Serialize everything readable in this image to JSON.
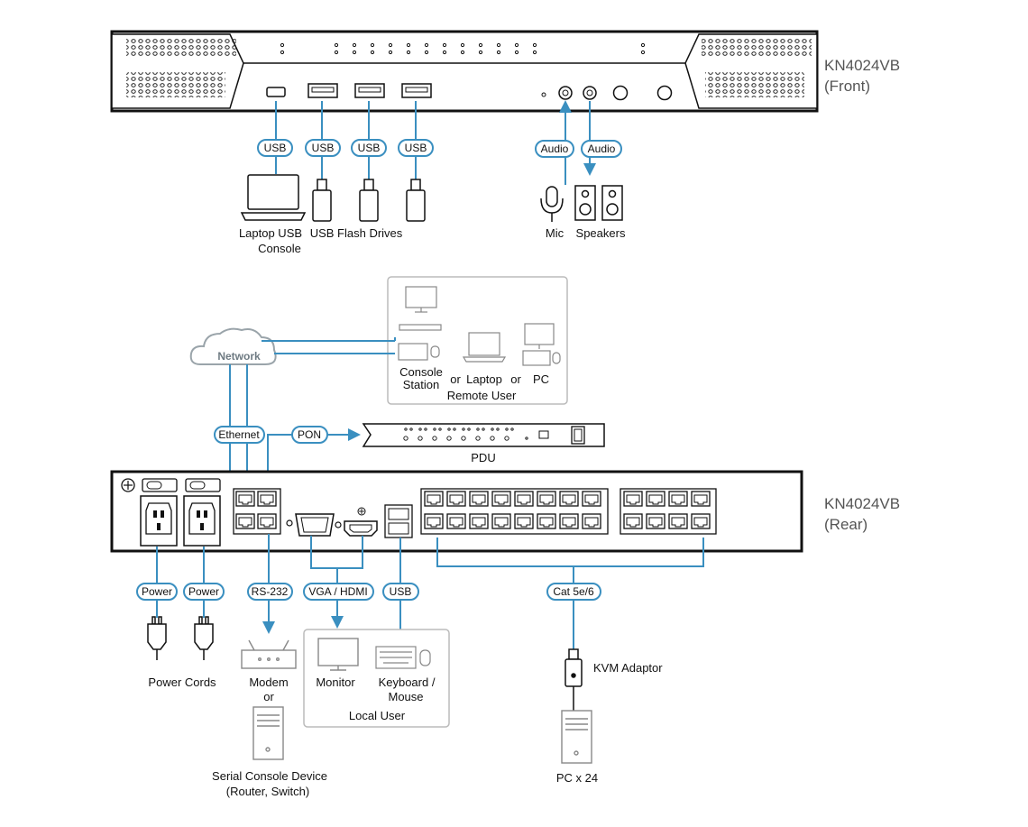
{
  "colors": {
    "cable": "#3a8fc0",
    "device": "#111111",
    "panel": "#bbbbbb",
    "light_device": "#888888"
  },
  "front": {
    "title": "KN4024VB",
    "subtitle": "(Front)"
  },
  "rear": {
    "title": "KN4024VB",
    "subtitle": "(Rear)"
  },
  "front_connections": {
    "usb_pills": [
      "USB",
      "USB",
      "USB",
      "USB"
    ],
    "audio_pills": [
      "Audio",
      "Audio"
    ],
    "laptop_label_1": "Laptop USB",
    "laptop_label_2": "Console",
    "flash_label": "USB Flash Drives",
    "mic_label": "Mic",
    "speakers_label": "Speakers"
  },
  "remote": {
    "network_label": "Network",
    "console_station_1": "Console",
    "console_station_2": "Station",
    "or_1": "or",
    "laptop": "Laptop",
    "or_2": "or",
    "pc": "PC",
    "caption": "Remote User"
  },
  "pdu": {
    "ethernet_pill": "Ethernet",
    "pon_pill": "PON",
    "label": "PDU"
  },
  "rear_connections": {
    "power_pills": [
      "Power",
      "Power"
    ],
    "rs232_pill": "RS-232",
    "vga_hdmi_pill": "VGA / HDMI",
    "usb_pill": "USB",
    "cat_pill": "Cat 5e/6",
    "power_cords": "Power Cords",
    "modem": "Modem",
    "or": "or",
    "serial_1": "Serial Console Device",
    "serial_2": "(Router, Switch)",
    "monitor": "Monitor",
    "keyboard_1": "Keyboard /",
    "keyboard_2": "Mouse",
    "local_user": "Local User",
    "kvm_adaptor": "KVM Adaptor",
    "pc_x24": "PC x 24"
  }
}
